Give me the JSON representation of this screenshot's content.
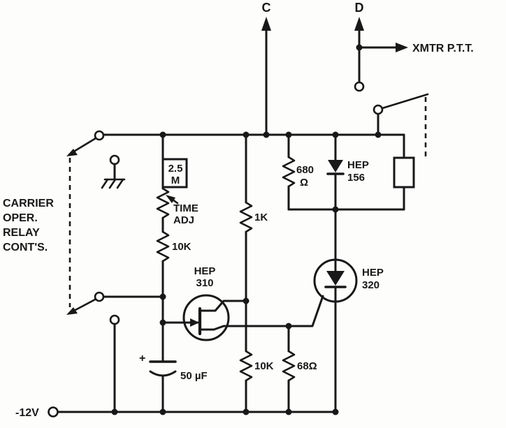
{
  "diagram": {
    "terminals": {
      "c": "C",
      "d": "D",
      "xmtr_ptt": "XMTR P.T.T.",
      "neg_12v": "-12V"
    },
    "relay_label": {
      "l1": "CARRIER",
      "l2": "OPER.",
      "l3": "RELAY",
      "l4": "CONT'S."
    },
    "pot": {
      "value_l1": "2.5",
      "value_l2": "M",
      "adj_l1": "TIME",
      "adj_l2": "ADJ"
    },
    "resistors": {
      "r_timing": "10K",
      "r_b2": "1K",
      "r_anode_l1": "680",
      "r_anode_l2": "Ω",
      "r_divider": "10K",
      "r_gate": "68Ω"
    },
    "capacitor": {
      "plus": "+",
      "value": "50 µF"
    },
    "diode": {
      "l1": "HEP",
      "l2": "156"
    },
    "transistor": {
      "l1": "HEP",
      "l2": "310"
    },
    "scr": {
      "l1": "HEP",
      "l2": "320"
    }
  },
  "colors": {
    "ink": "#181818",
    "paper": "#fdfdfc"
  }
}
